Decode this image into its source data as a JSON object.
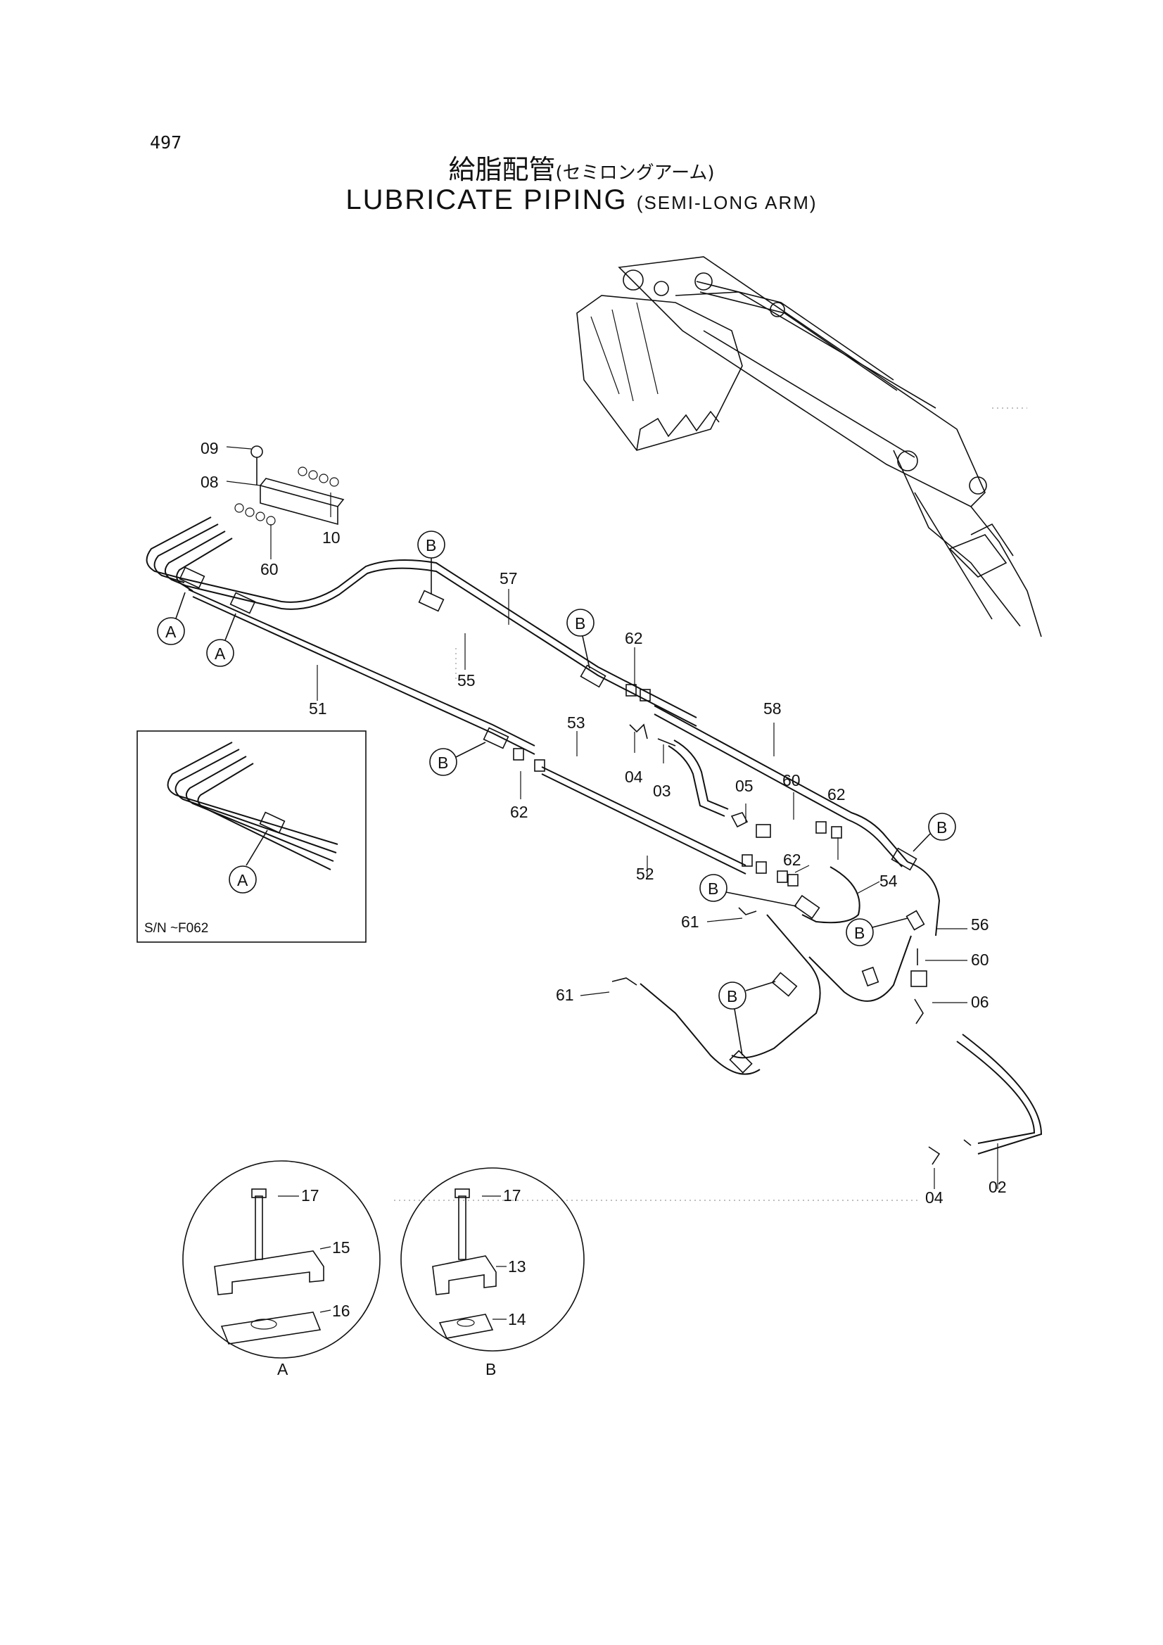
{
  "page_number": "497",
  "title": {
    "jp_main": "給脂配管",
    "jp_sub": "(セミロングアーム)",
    "en_main": "LUBRICATE PIPING",
    "en_sub": "(SEMI-LONG ARM)"
  },
  "inset": {
    "serial_note": "S/N ~F062",
    "callout": "A"
  },
  "callouts": {
    "a": "A",
    "b": "B"
  },
  "part_labels": {
    "p09": "09",
    "p08": "08",
    "p10": "10",
    "p60_top": "60",
    "p57": "57",
    "p55": "55",
    "p51": "51",
    "p62_top": "62",
    "p58": "58",
    "p53": "53",
    "p04_mid": "04",
    "p03": "03",
    "p05": "05",
    "p60_mid": "60",
    "p62_right": "62",
    "p62_left": "62",
    "p52": "52",
    "p62_center": "62",
    "p54": "54",
    "p61_upper": "61",
    "p56": "56",
    "p60_right": "60",
    "p61_lower": "61",
    "p06": "06",
    "p04_bottom": "04",
    "p02": "02",
    "p17_a": "17",
    "p15": "15",
    "p16": "16",
    "p17_b": "17",
    "p13": "13",
    "p14": "14"
  },
  "detail_views": {
    "a_label": "A",
    "b_label": "B"
  }
}
